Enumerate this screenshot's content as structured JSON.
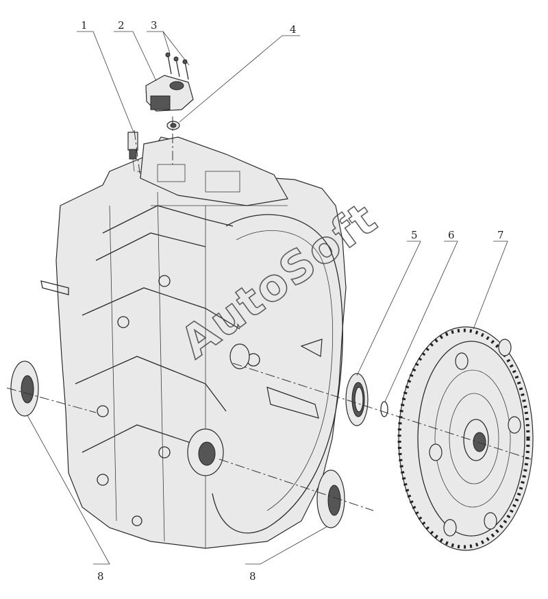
{
  "diagram": {
    "watermark": "AutoSoft",
    "callouts": {
      "c1": "1",
      "c2": "2",
      "c3": "3",
      "c4": "4",
      "c5": "5",
      "c6": "6",
      "c7": "7",
      "c8a": "8",
      "c8b": "8"
    }
  },
  "colors": {
    "line": "#2a2a2a",
    "background": "#ffffff"
  }
}
